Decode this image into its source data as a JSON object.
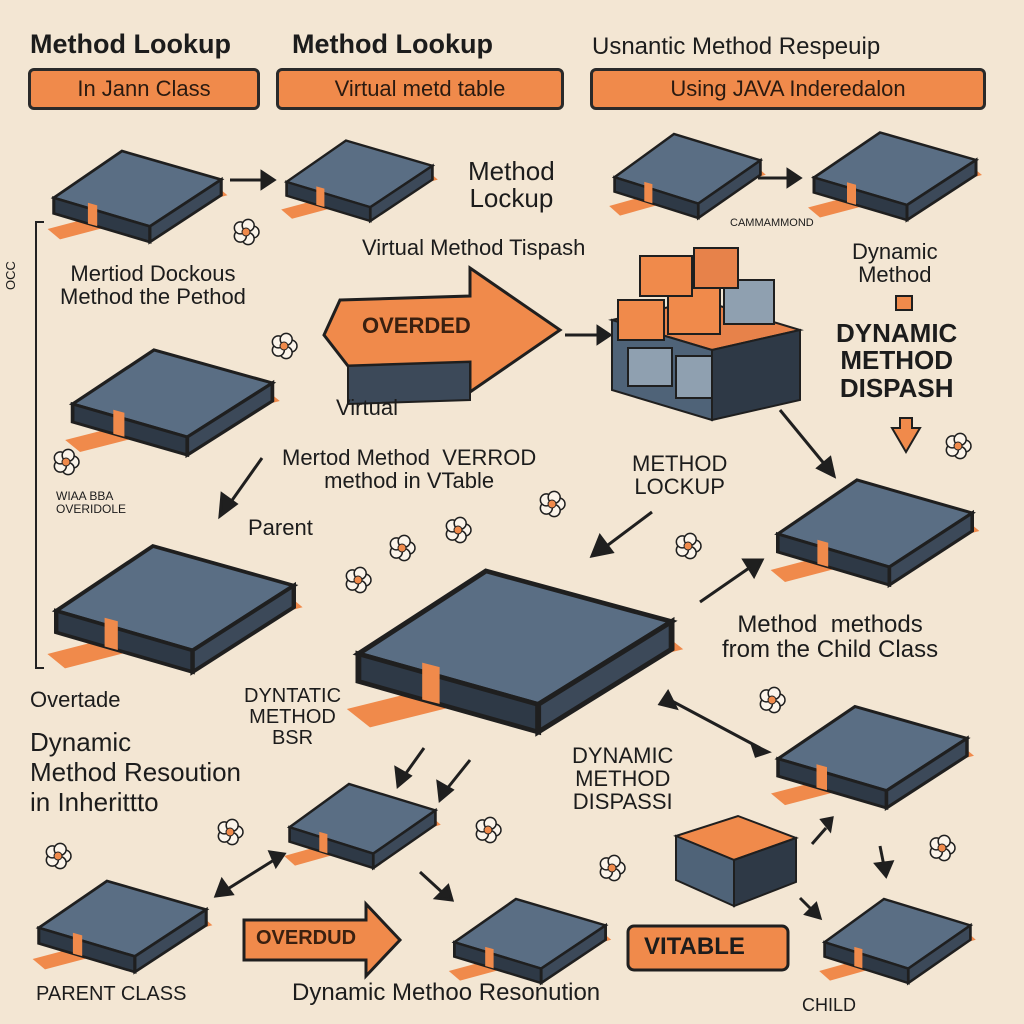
{
  "headers": {
    "h1_title": "Method Lookup",
    "h1_sub": "In Jann Class",
    "h2_title": "Method Lookup",
    "h2_sub": "Virtual metd table",
    "h3_title": "Usnantic Method Respeuip",
    "h3_sub": "Using  JAVA   Inderedalon"
  },
  "labels": {
    "method_lookup_top": "Method\nLockup",
    "virtual_dispatch": "Virtual Method Tispash",
    "tag_small": "CAMMAMMOND",
    "dynamic_method_top": "Dynamic\nMethod",
    "meth_lookup_left": "Mertiod Dockous\nMethod the Pethod",
    "overded_arrow": "OVERDED",
    "virtual": "Virtual",
    "dynamic_dispatch_right": "DYNAMIC\nMETHOD\nDISPASH",
    "side_letters": "OCC",
    "method_vtable": "Mertod Method  VERROD\nmethod in VTable",
    "method_lookup_mid": "METHOD\nLOCKUP",
    "small_overdude": "WIAA BBA\nOVERIDOLE",
    "parent": "Parent",
    "methods_child": "Method  methods\nfrom the Child Class",
    "overtade": "Overtade",
    "dyntatic": "DYNTATIC\nMETHOD\nBSR",
    "dynamic_resolution_left": "Dynamic\nMethod Resoution\nin Inherittto",
    "dynamic_dispass_mid": "DYNAMIC\nMETHOD\nDISPASSI",
    "overdud_arrow": "OVERDUD",
    "vtable_pill": "VITABLE",
    "parent_class": "PARENT CLASS",
    "dynamic_resolution_bottom": "Dynamic Methoo Resonution",
    "child": "CHILD"
  },
  "colors": {
    "background": "#f3e6d3",
    "accent_orange": "#f08a4b",
    "block_blue": "#4f6378",
    "block_dark": "#2e3946",
    "outline": "#1f1f1f"
  }
}
